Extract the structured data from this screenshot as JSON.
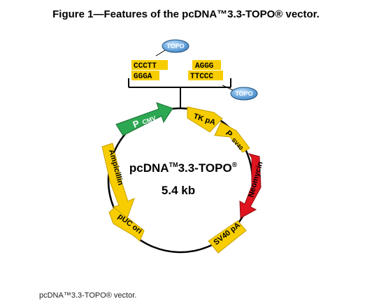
{
  "title": "Figure 1—Features of the pcDNA™3.3-TOPO® vector.",
  "caption": "pcDNA™3.3-TOPO® vector.",
  "vector": {
    "name_main": "pcDNA",
    "name_tm": "TM",
    "name_rest": "3.3-TOPO",
    "name_reg": "®",
    "size": "5.4 kb"
  },
  "topo_badge": "TOPO",
  "left_overhang": [
    "CCCTT",
    "GGGA"
  ],
  "right_overhang": [
    "AGGG",
    "TTCCC"
  ],
  "features": {
    "pcmv_main": "P",
    "pcmv_sub": "CMV",
    "tk_pa": "TK pA",
    "psv40_main": "P",
    "psv40_sub": "SV40",
    "neomycin": "Neomycin",
    "sv40_pa": "SV40 pA",
    "puc_ori": "pUC ori",
    "ampicillin": "Ampicillin"
  },
  "colors": {
    "yellow": "#f7cd00",
    "green": "#2ca852",
    "red": "#e0141e",
    "topo_blue": "#3d86c8"
  }
}
